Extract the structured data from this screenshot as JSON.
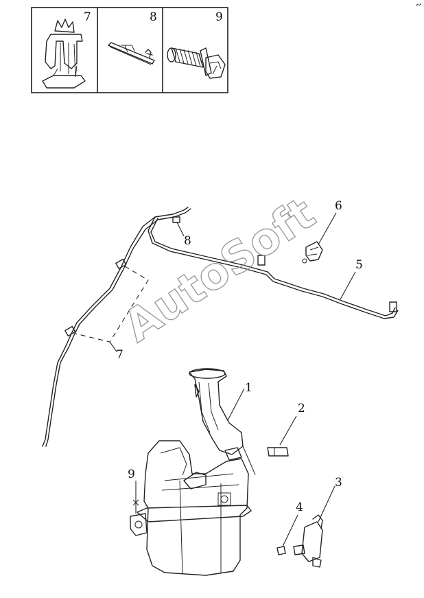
{
  "legend": [
    {
      "number": "7",
      "icon": "clip-icon"
    },
    {
      "number": "8",
      "icon": "bracket-clip-icon"
    },
    {
      "number": "9",
      "icon": "bolt-icon"
    }
  ],
  "callouts": [
    {
      "number": "1",
      "part": "reservoir-filler-neck"
    },
    {
      "number": "2",
      "part": "cap-plug"
    },
    {
      "number": "3",
      "part": "washer-pump"
    },
    {
      "number": "4",
      "part": "grommet"
    },
    {
      "number": "5",
      "part": "washer-hose"
    },
    {
      "number": "6",
      "part": "washer-nozzle"
    },
    {
      "number": "7",
      "part": "hose-clip"
    },
    {
      "number": "8",
      "part": "hose-clip"
    },
    {
      "number": "9",
      "part": "mounting-bolt"
    }
  ],
  "watermark": "AutoSoft"
}
